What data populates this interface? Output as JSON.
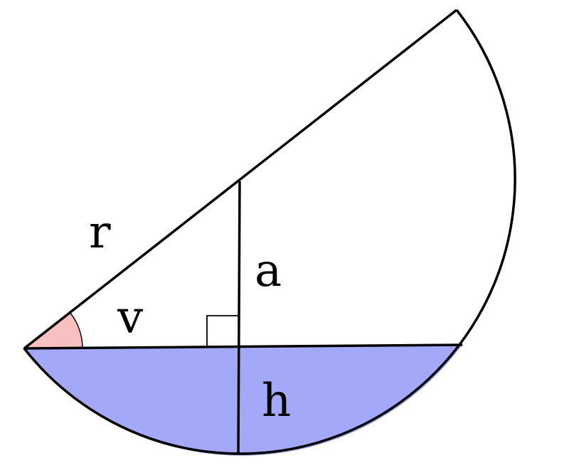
{
  "labels": {
    "r": "r",
    "a": "a",
    "v": "v",
    "h": "h"
  },
  "colors": {
    "segment_fill": "#a4a8f8",
    "angle_fill": "#f8c0c0",
    "stroke": "#000000"
  }
}
